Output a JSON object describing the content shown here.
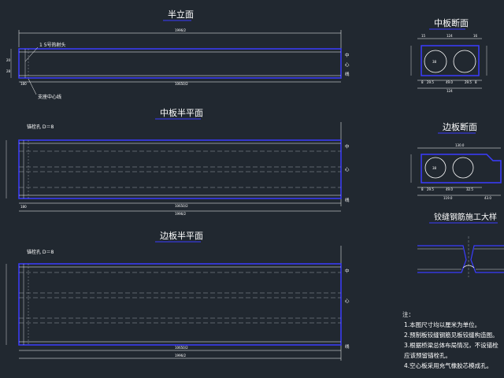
{
  "titles": {
    "half_elevation": "半立面",
    "mid_plate_half_plan": "中板半平面",
    "edge_plate_half_plan": "边板半平面",
    "mid_plate_section": "中板断面",
    "edge_plate_section": "边板断面",
    "hinge_detail": "铰缝钢筋施工大样"
  },
  "elevation": {
    "top_dim": "1996/2",
    "rebar_label": "1 5号热射头",
    "support_label": "支座中心线",
    "bottom_dim1": "10650/2",
    "left_dim": "180",
    "left_side_dims": [
      "20",
      "28"
    ],
    "center_mark": "中",
    "center_mark2": "心",
    "center_mark3": "线"
  },
  "mid_plan": {
    "anchor_label": "锚栓孔 D＝8",
    "bottom_dim1": "10650/2",
    "bottom_dim2": "1996/2",
    "left_dim": "180",
    "center_mark": "中",
    "center_mark2": "心",
    "center_mark3": "线"
  },
  "edge_plan": {
    "anchor_label": "锚栓孔 D＝8",
    "bottom_dim1": "10650/2",
    "bottom_dim2": "1996/2",
    "center_mark": "中",
    "center_mark2": "心",
    "center_mark3": "线"
  },
  "mid_section": {
    "top_dims": [
      "15",
      "124",
      "16"
    ],
    "hole_dia": "38",
    "bottom_dims": [
      "8",
      "29.5",
      "49.0",
      "29.5",
      "8"
    ],
    "total_width": "124"
  },
  "edge_section": {
    "top_dim": "130.0",
    "hole_dia": "38",
    "bottom_dims": [
      "8",
      "29.5",
      "49.0",
      "32.5"
    ],
    "sub_dim": "119.0",
    "right_dim": "43.0"
  },
  "notes": {
    "heading": "注：",
    "items": [
      "1.本图尺寸均以厘米为单位。",
      "2.预制板铰缝钢筋见板铰缝构造图。",
      "3.根据桥梁总体布局情况，不设锚栓",
      "  应该预留锚栓孔。",
      "4.空心板采用充气橡胶芯模成孔。"
    ]
  },
  "colors": {
    "background": "#212830",
    "blue": "#3a3cff",
    "white": "#ffffff",
    "gray": "#9aa0a8"
  }
}
